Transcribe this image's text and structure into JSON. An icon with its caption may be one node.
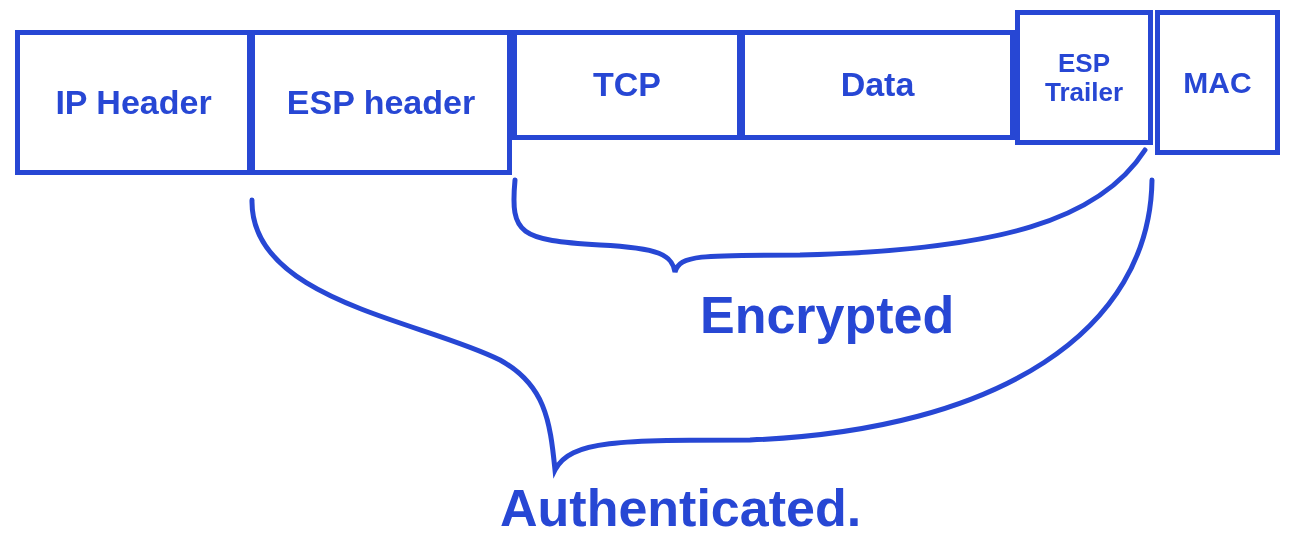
{
  "diagram": {
    "nodes": [
      {
        "text": [
          "IP Header"
        ]
      },
      {
        "text": [
          "ESP header"
        ]
      },
      {
        "text": [
          "TCP"
        ]
      },
      {
        "text": [
          "Data"
        ]
      },
      {
        "text": [
          "ESP Trailer"
        ]
      },
      {
        "text": [
          "MAC"
        ]
      }
    ],
    "labels": [
      "Encrypted",
      "Authenticated."
    ]
  }
}
